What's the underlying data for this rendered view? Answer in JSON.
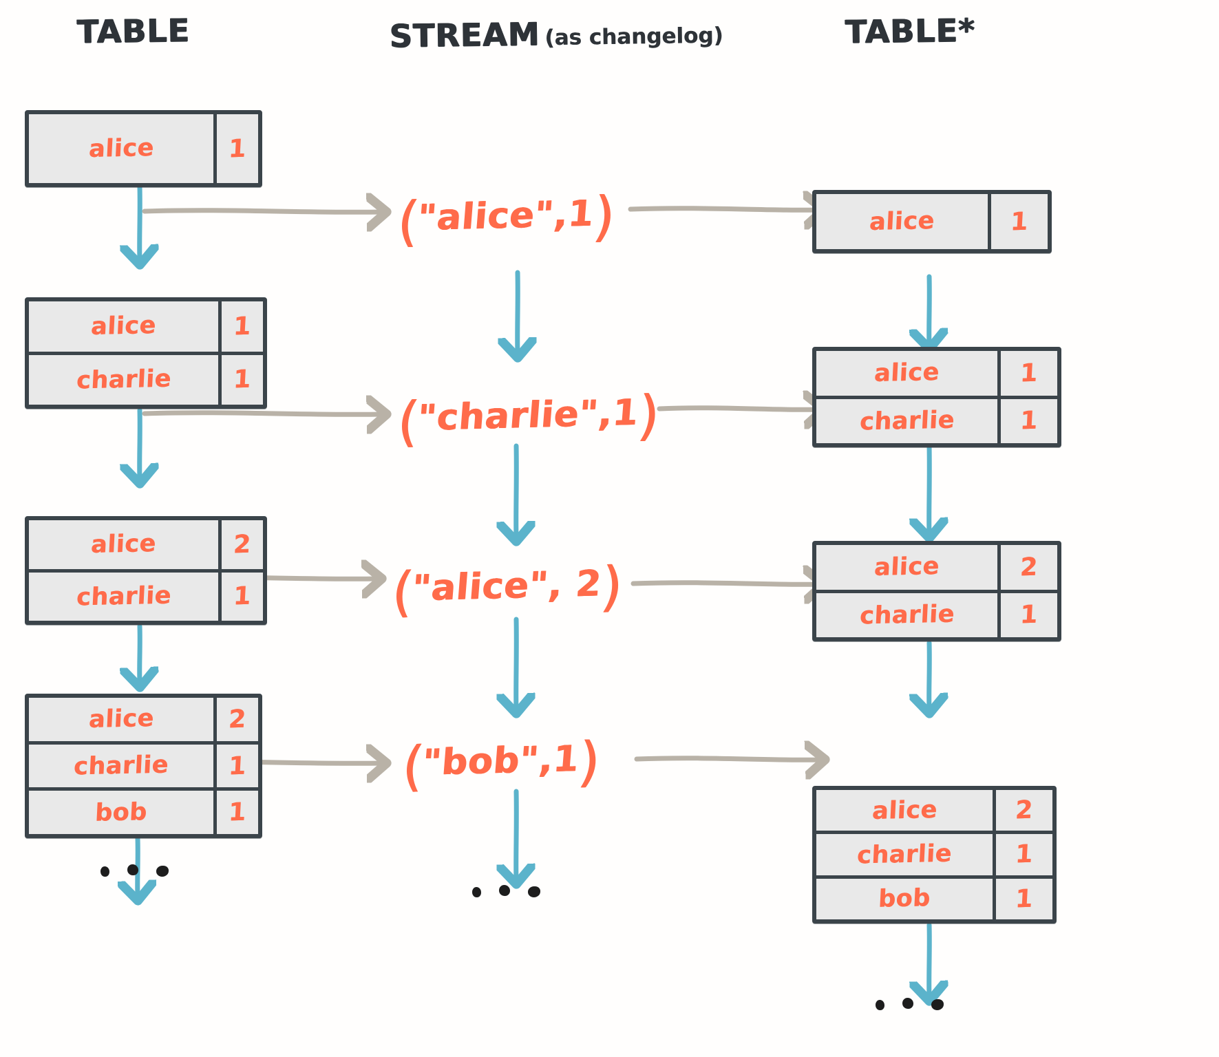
{
  "headers": {
    "left": "TABLE",
    "center_main": "STREAM",
    "center_sub": "(as changelog)",
    "right": "TABLE*"
  },
  "colors": {
    "border": "#3b444a",
    "cell_fill": "#e9e9e9",
    "text_orange": "#ff6b4a",
    "arrow_blue": "#5bb3cb",
    "arrow_gray": "#b9b2a7",
    "heading_dark": "#2e3338",
    "background": "#fffefd"
  },
  "left_column": {
    "label": "TABLE",
    "snapshots": [
      {
        "rows": [
          {
            "key": "alice",
            "value": "1"
          }
        ]
      },
      {
        "rows": [
          {
            "key": "alice",
            "value": "1"
          },
          {
            "key": "charlie",
            "value": "1"
          }
        ]
      },
      {
        "rows": [
          {
            "key": "alice",
            "value": "2"
          },
          {
            "key": "charlie",
            "value": "1"
          }
        ]
      },
      {
        "rows": [
          {
            "key": "alice",
            "value": "2"
          },
          {
            "key": "charlie",
            "value": "1"
          },
          {
            "key": "bob",
            "value": "1"
          }
        ]
      }
    ],
    "ellipsis": "..."
  },
  "center_column": {
    "label": "STREAM (as changelog)",
    "records": [
      {
        "open": "(",
        "key": "\"alice\"",
        "sep": ",",
        "value": "1",
        "close": ")"
      },
      {
        "open": "(",
        "key": "\"charlie\"",
        "sep": ",",
        "value": "1",
        "close": ")"
      },
      {
        "open": "(",
        "key": "\"alice\"",
        "sep": ",",
        "value": "2",
        "close": ")"
      },
      {
        "open": "(",
        "key": "\"bob\"",
        "sep": ",",
        "value": "1",
        "close": ")"
      }
    ],
    "record_text": [
      "(\"alice\",1)",
      "(\"charlie\",1)",
      "(\"alice\", 2)",
      "(\"bob\",1)"
    ],
    "ellipsis": "..."
  },
  "right_column": {
    "label": "TABLE*",
    "snapshots": [
      {
        "rows": [
          {
            "key": "alice",
            "value": "1"
          }
        ]
      },
      {
        "rows": [
          {
            "key": "alice",
            "value": "1"
          },
          {
            "key": "charlie",
            "value": "1"
          }
        ]
      },
      {
        "rows": [
          {
            "key": "alice",
            "value": "2"
          },
          {
            "key": "charlie",
            "value": "1"
          }
        ]
      },
      {
        "rows": [
          {
            "key": "alice",
            "value": "2"
          },
          {
            "key": "charlie",
            "value": "1"
          },
          {
            "key": "bob",
            "value": "1"
          }
        ]
      }
    ],
    "ellipsis": "..."
  }
}
